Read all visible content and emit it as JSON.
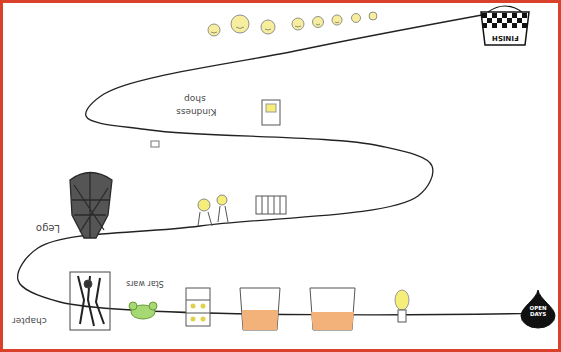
{
  "diagram": {
    "nodes": [
      {
        "text": [
          "OPEN DAYS"
        ]
      },
      {
        "text": [
          "FINISH"
        ]
      }
    ],
    "edges": [
      {
        "from": 0,
        "to": 1,
        "arrow": "none"
      }
    ],
    "labels": [
      "shop",
      "Kindness",
      "Lego",
      "Star wars",
      "chapter"
    ]
  }
}
